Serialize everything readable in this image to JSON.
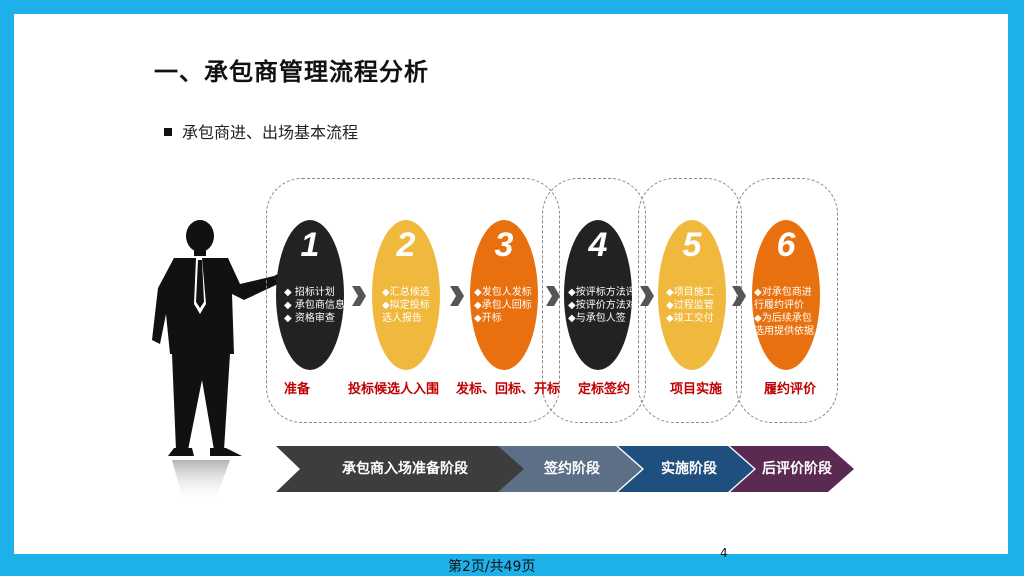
{
  "slide": {
    "title": "一、承包商管理流程分析",
    "bullet": "承包商进、出场基本流程",
    "slide_number": "4"
  },
  "steps": [
    {
      "num": "1",
      "color": "#222222",
      "items": [
        "◆ 招标计划",
        "◆ 承包商信息",
        "◆ 资格审查"
      ],
      "label": "准备"
    },
    {
      "num": "2",
      "color": "#f0b83c",
      "items": [
        "◆汇总候选",
        "◆拟定投标",
        "选人报告"
      ],
      "label": "投标候选人入围"
    },
    {
      "num": "3",
      "color": "#e8700f",
      "items": [
        "◆发包人发标",
        "◆承包人回标",
        "◆开标"
      ],
      "label": "发标、回标、开标"
    },
    {
      "num": "4",
      "color": "#222222",
      "items": [
        "◆按评标方法评",
        "◆按评价方法对",
        "◆与承包人签"
      ],
      "label": "定标签约"
    },
    {
      "num": "5",
      "color": "#f0b83c",
      "items": [
        "◆项目施工",
        "◆过程监管",
        "◆竣工交付"
      ],
      "label": "项目实施"
    },
    {
      "num": "6",
      "color": "#e8700f",
      "items": [
        "◆对承包商进",
        "行履约评价",
        "◆为后续承包",
        "选用提供依据"
      ],
      "label": "履约评价"
    }
  ],
  "phases": [
    {
      "label": "承包商入场准备阶段",
      "color": "#3d3d3d"
    },
    {
      "label": "签约阶段",
      "color": "#5c6f86"
    },
    {
      "label": "实施阶段",
      "color": "#1f4f7e"
    },
    {
      "label": "后评价阶段",
      "color": "#5a2a52"
    }
  ],
  "footer": {
    "page_text": "第2页/共49页"
  }
}
